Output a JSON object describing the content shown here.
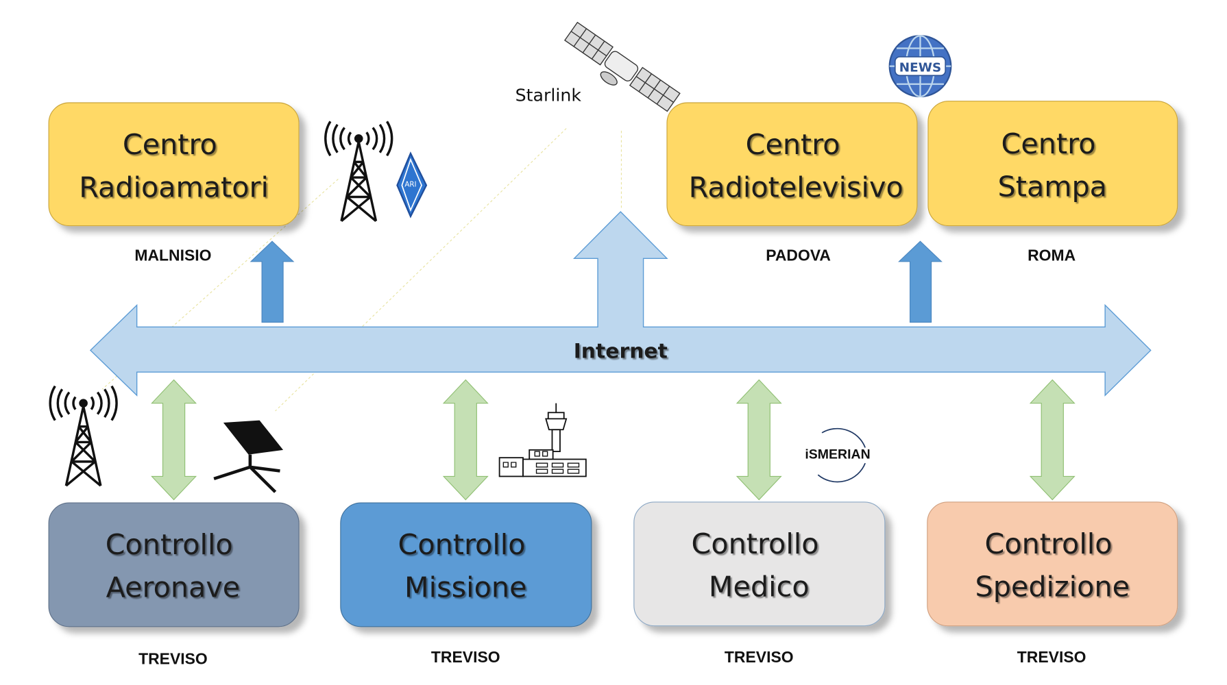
{
  "colors": {
    "centro": "#FFD966",
    "aeronave": "#8497B0",
    "missione": "#5B9BD5",
    "medico": "#E7E6E6",
    "spedizione": "#F8CBAD",
    "internet_arrow": "#BDD7EE",
    "up_arrow": "#5B9BD5",
    "link_arrow": "#C5E0B4"
  },
  "top_nodes": [
    {
      "line1": "Centro",
      "line2": "Radioamatori",
      "city": "MALNISIO"
    },
    {
      "line1": "Centro",
      "line2": "Radiotelevisivo",
      "city": "PADOVA"
    },
    {
      "line1": "Centro",
      "line2": "Stampa",
      "city": "ROMA"
    }
  ],
  "bottom_nodes": [
    {
      "line1": "Controllo",
      "line2": "Aeronave",
      "city": "TREVISO"
    },
    {
      "line1": "Controllo",
      "line2": "Missione",
      "city": "TREVISO"
    },
    {
      "line1": "Controllo",
      "line2": "Medico",
      "city": "TREVISO"
    },
    {
      "line1": "Controllo",
      "line2": "Spedizione",
      "city": "TREVISO"
    }
  ],
  "internet_label": "Internet",
  "satellite_label": "Starlink",
  "logos": {
    "news": "NEWS",
    "ismerian": "iSMERIAN",
    "ari": "ARI"
  },
  "icons": [
    "radio-tower-icon",
    "satellite-icon",
    "news-globe-icon",
    "ari-logo-icon",
    "starlink-dish-icon",
    "control-tower-icon",
    "ismerian-logo-icon"
  ]
}
